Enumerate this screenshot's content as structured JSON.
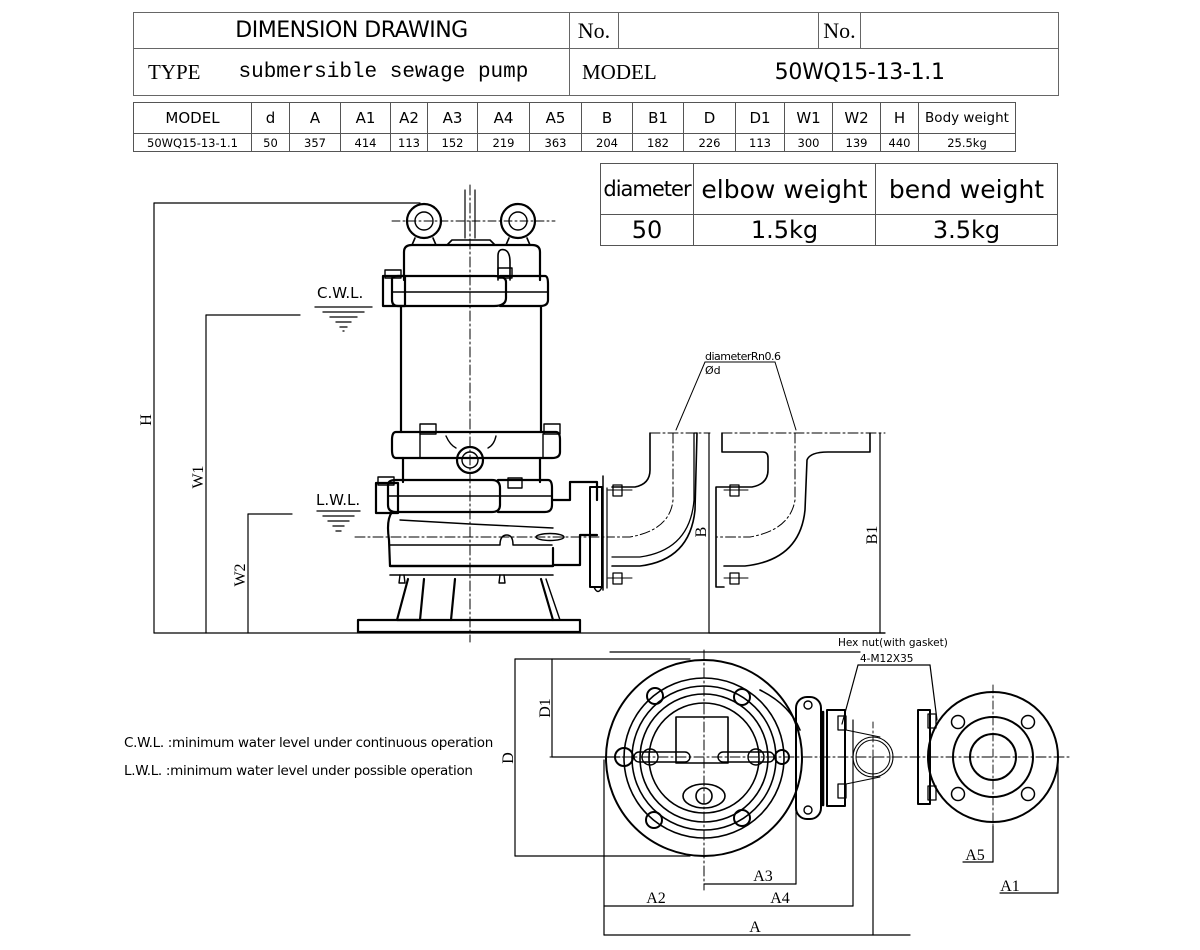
{
  "title_block": {
    "heading": "DIMENSION DRAWING",
    "no_label_1": "No.",
    "no_value_1": "",
    "no_label_2": "No.",
    "no_value_2": "",
    "type_label": "TYPE",
    "type_value": "submersible sewage pump",
    "model_label": "MODEL",
    "model_value": "50WQ15-13-1.1"
  },
  "dimension_table": {
    "headers": [
      "MODEL",
      "d",
      "A",
      "A1",
      "A2",
      "A3",
      "A4",
      "A5",
      "B",
      "B1",
      "D",
      "D1",
      "W1",
      "W2",
      "H",
      "Body weight"
    ],
    "rows": [
      [
        "50WQ15-13-1.1",
        "50",
        "357",
        "414",
        "113",
        "152",
        "219",
        "363",
        "204",
        "182",
        "226",
        "113",
        "300",
        "139",
        "440",
        "25.5kg"
      ]
    ]
  },
  "weight_table": {
    "headers": [
      "diameter",
      "elbow weight",
      "bend weight"
    ],
    "values": [
      "50",
      "1.5kg",
      "3.5kg"
    ]
  },
  "drawing_labels": {
    "cwl": "C.W.L.",
    "lwl": "L.W.L.",
    "H": "H",
    "W1": "W1",
    "W2": "W2",
    "B": "B",
    "B1": "B1",
    "D": "D",
    "D1": "D1",
    "A": "A",
    "A1": "A1",
    "A2": "A2",
    "A3": "A3",
    "A4": "A4",
    "A5": "A5",
    "flange_callout_1": "diameterRn0.6",
    "flange_callout_2": "Ød",
    "hex_nut": "Hex nut(with gasket)",
    "bolt_spec": "4-M12X35"
  },
  "notes": {
    "cwl": "C.W.L. :minimum water level under continuous operation",
    "lwl": "L.W.L. :minimum water level under possible operation"
  },
  "colors": {
    "ink": "#000000",
    "table_border": "#555555",
    "background": "#ffffff"
  }
}
